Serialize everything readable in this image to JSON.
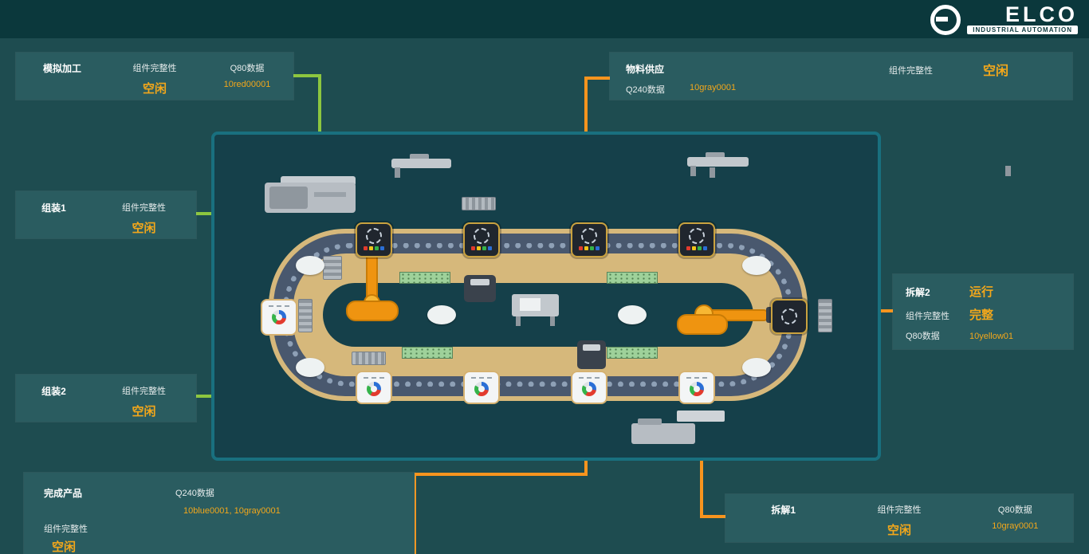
{
  "header": {
    "brand": "ELCO",
    "brand_sub": "INDUSTRIAL AUTOMATION"
  },
  "panels": {
    "mock_processing": {
      "title": "模拟加工",
      "integrity_label": "组件完整性",
      "integrity_value": "空闲",
      "data_label": "Q80数据",
      "data_value": "10red00001"
    },
    "material_supply": {
      "title": "物料供应",
      "data_label": "Q240数据",
      "data_value": "10gray0001",
      "integrity_label": "组件完整性",
      "integrity_value": "空闲"
    },
    "assembly_1": {
      "title": "组装1",
      "integrity_label": "组件完整性",
      "integrity_value": "空闲"
    },
    "assembly_2": {
      "title": "组装2",
      "integrity_label": "组件完整性",
      "integrity_value": "空闲"
    },
    "disassembly_2": {
      "title": "拆解2",
      "status_value": "运行",
      "integrity_label": "组件完整性",
      "integrity_value": "完整",
      "data_label": "Q80数据",
      "data_value": "10yellow01"
    },
    "finished_product": {
      "title": "完成产品",
      "data_label": "Q240数据",
      "data_value": "10blue0001, 10gray0001",
      "integrity_label": "组件完整性",
      "integrity_value": "空闲"
    },
    "disassembly_1": {
      "title": "拆解1",
      "integrity_label": "组件完整性",
      "integrity_value": "空闲",
      "data_label": "Q80数据",
      "data_value": "10gray0001"
    }
  },
  "colors": {
    "accent_orange": "#f2a71b",
    "connector_green": "#8dc63f",
    "connector_orange": "#f7941e",
    "panel_bg": "#2a5c60",
    "page_bg": "#1e4c50",
    "header_bg": "#0b383c",
    "floor_border": "#19707f"
  }
}
